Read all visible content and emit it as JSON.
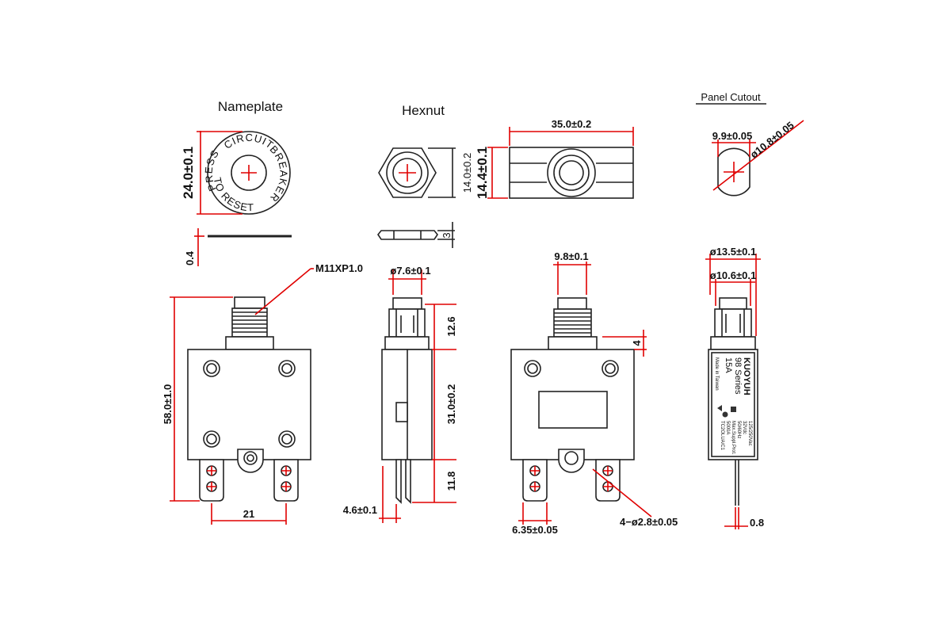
{
  "titles": {
    "nameplate": "Nameplate",
    "hexnut": "Hexnut",
    "panel_cutout": "Panel Cutout"
  },
  "nameplate": {
    "ring_top": "CIRCUIT",
    "ring_right": "BREAKER",
    "ring_left": "PRESS",
    "ring_bottom": "TO RESET",
    "dim_diameter": "24.0±0.1",
    "dim_thickness": "0.4"
  },
  "hexnut": {
    "dim_width": "14.0±0.2",
    "dim_thickness": "3"
  },
  "top_view": {
    "dim_length": "35.0±0.2",
    "dim_width": "14.4±0.1"
  },
  "panel_cutout": {
    "dim_flat": "9.9±0.05",
    "dim_diameter": "ø10.8±0.05"
  },
  "front_view": {
    "thread_label": "M11XP1.0",
    "dim_height": "58.0±1.0",
    "dim_terminal_spacing": "21"
  },
  "side_view": {
    "dim_button": "ø7.6±0.1",
    "dim_thread_len": "12.6",
    "dim_body": "31.0±0.2",
    "dim_terminal_len": "11.8",
    "dim_terminal_offset": "4.6±0.1"
  },
  "back_view": {
    "dim_button": "9.8±0.1",
    "dim_flange": "4",
    "dim_terminal_width": "6.35±0.05",
    "dim_holes": "4−ø2.8±0.05"
  },
  "label_view": {
    "dim_outer": "ø13.5±0.1",
    "dim_inner": "ø10.6±0.1",
    "dim_terminal_thk": "0.8",
    "brand": "KUOYUH",
    "series": "98 Series",
    "rating": "15A",
    "spec_1": "125/250Vac",
    "spec_2": "32Vdc",
    "spec_3": "50/60Hz",
    "spec_4": "Max.Suppl.Prot.",
    "spec_5": "5000A",
    "spec_6": "TC2OLUA/C1",
    "origin": "Made in Taiwan"
  }
}
